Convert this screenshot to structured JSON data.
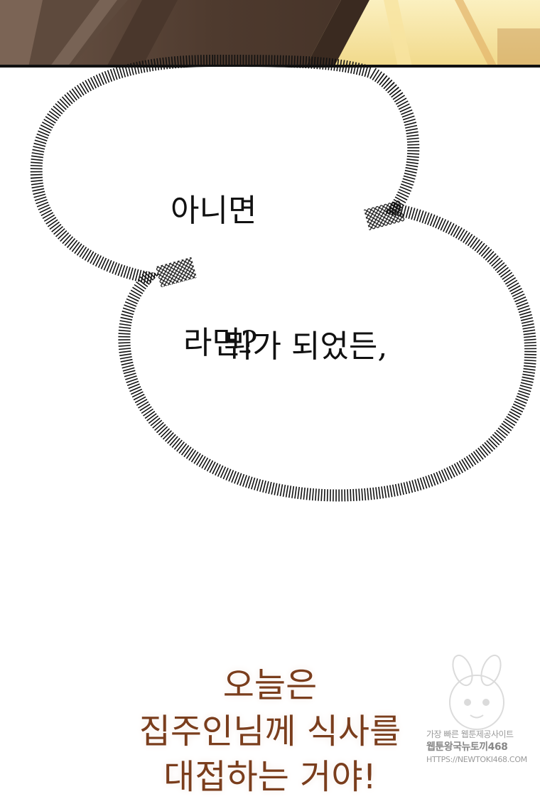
{
  "speech": {
    "bubble1_line1": "아니면",
    "bubble1_line2": "라면?",
    "bubble2_text": "뭐가 되었든,"
  },
  "narration": {
    "line1": "오늘은",
    "line2": "집주인님께 식사를",
    "line3": "대접하는 거야!"
  },
  "watermark": {
    "line1": "가장 빠른 웹툰제공사이트",
    "line2": "웹툰왕국뉴토끼468",
    "line3": "HTTPS://NEWTOKI468.COM"
  },
  "colors": {
    "narration": "#7a3d1c",
    "scene_wood": "#5b4638",
    "scene_light": "#f5e6a8"
  }
}
